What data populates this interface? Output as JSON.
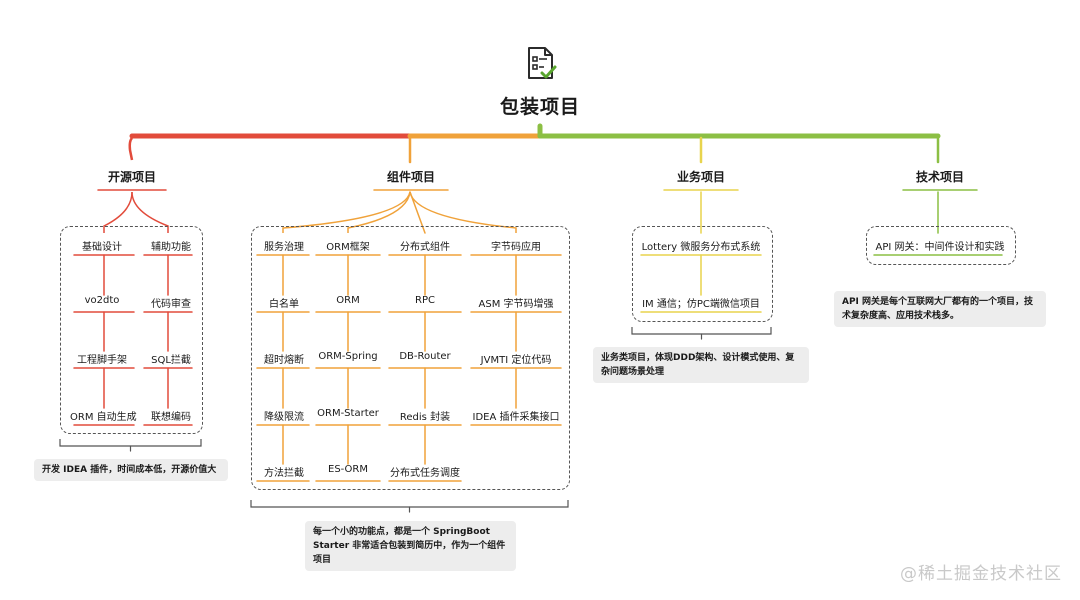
{
  "title": "包装项目",
  "icon": "checklist-icon",
  "colors": {
    "red": "#e24b3b",
    "orange": "#f0a23a",
    "green": "#8cbf44",
    "yellow": "#e8d44d"
  },
  "categories": [
    {
      "label": "开源项目",
      "color": "#e24b3b"
    },
    {
      "label": "组件项目",
      "color": "#f0a23a"
    },
    {
      "label": "业务项目",
      "color": "#e8d44d"
    },
    {
      "label": "技术项目",
      "color": "#8cbf44"
    }
  ],
  "open_source": {
    "col1": [
      "基础设计",
      "vo2dto",
      "工程脚手架",
      "ORM 自动生成"
    ],
    "col2": [
      "辅助功能",
      "代码审查",
      "SQL拦截",
      "联想编码"
    ],
    "note": "开发 IDEA 插件，时间成本低，开源价值大"
  },
  "component": {
    "col1": [
      "服务治理",
      "白名单",
      "超时熔断",
      "降级限流",
      "方法拦截"
    ],
    "col2": [
      "ORM框架",
      "ORM",
      "ORM-Spring",
      "ORM-Starter",
      "ES-ORM"
    ],
    "col3": [
      "分布式组件",
      "RPC",
      "DB-Router",
      "Redis 封装",
      "分布式任务调度"
    ],
    "col4": [
      "字节码应用",
      "ASM 字节码增强",
      "JVMTI 定位代码",
      "IDEA 插件采集接口"
    ],
    "note": "每一个小的功能点，都是一个 SpringBoot Starter 非常适合包装到简历中，作为一个组件项目"
  },
  "business": {
    "items": [
      "Lottery 微服务分布式系统",
      "IM 通信；仿PC端微信项目"
    ],
    "note": "业务类项目，体现DDD架构、设计模式使用、复杂问题场景处理"
  },
  "tech": {
    "items": [
      "API 网关：中间件设计和实践"
    ],
    "note": "API 网关是每个互联网大厂都有的一个项目，技术复杂度高、应用技术栈多。"
  },
  "watermark": "@稀土掘金技术社区"
}
